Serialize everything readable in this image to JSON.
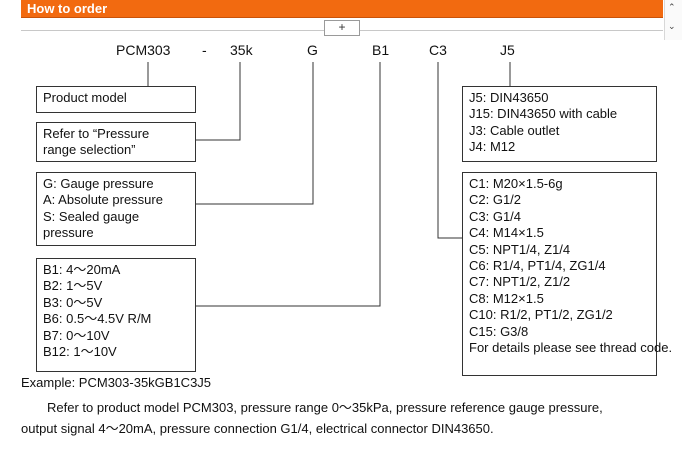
{
  "header": {
    "title": "How to order",
    "expand_label": "+",
    "scroll_up": "⌃",
    "scroll_down": "⌄"
  },
  "model_code": {
    "parts": [
      "PCM303",
      "-",
      "35k",
      "G",
      "B1",
      "C3",
      "J5"
    ]
  },
  "boxes": {
    "product_model": [
      "Product model"
    ],
    "pressure_range": [
      "Refer to “Pressure",
      "range selection”"
    ],
    "pressure_type": [
      "G: Gauge pressure",
      "A: Absolute pressure",
      "S: Sealed gauge",
      "pressure"
    ],
    "output_signal": [
      "B1: 4～20mA",
      "B2: 1～5V",
      "B3: 0～5V",
      "B6: 0.5～4.5V R/M",
      "B7: 0～10V",
      "B12: 1～10V"
    ],
    "electrical_connector": [
      "J5: DIN43650",
      "J15: DIN43650 with cable",
      "J3: Cable outlet",
      "J4: M12"
    ],
    "pressure_connection": [
      "C1: M20×1.5-6g",
      "C2: G1/2",
      "C3: G1/4",
      "C4: M14×1.5",
      "C5: NPT1/4, Z1/4",
      "C6: R1/4, PT1/4, ZG1/4",
      "C7: NPT1/2, Z1/2",
      "C8: M12×1.5",
      "C10: R1/2, PT1/2, ZG1/2",
      "C15: G3/8"
    ],
    "pressure_connection_note": "For details please see thread code."
  },
  "example": {
    "label": "Example: PCM303-35kGB1C3J5",
    "line1": "Refer to product model PCM303, pressure range 0～35kPa, pressure reference gauge pressure,",
    "line2": "output signal 4～20mA, pressure connection G1/4, electrical connector DIN43650."
  }
}
